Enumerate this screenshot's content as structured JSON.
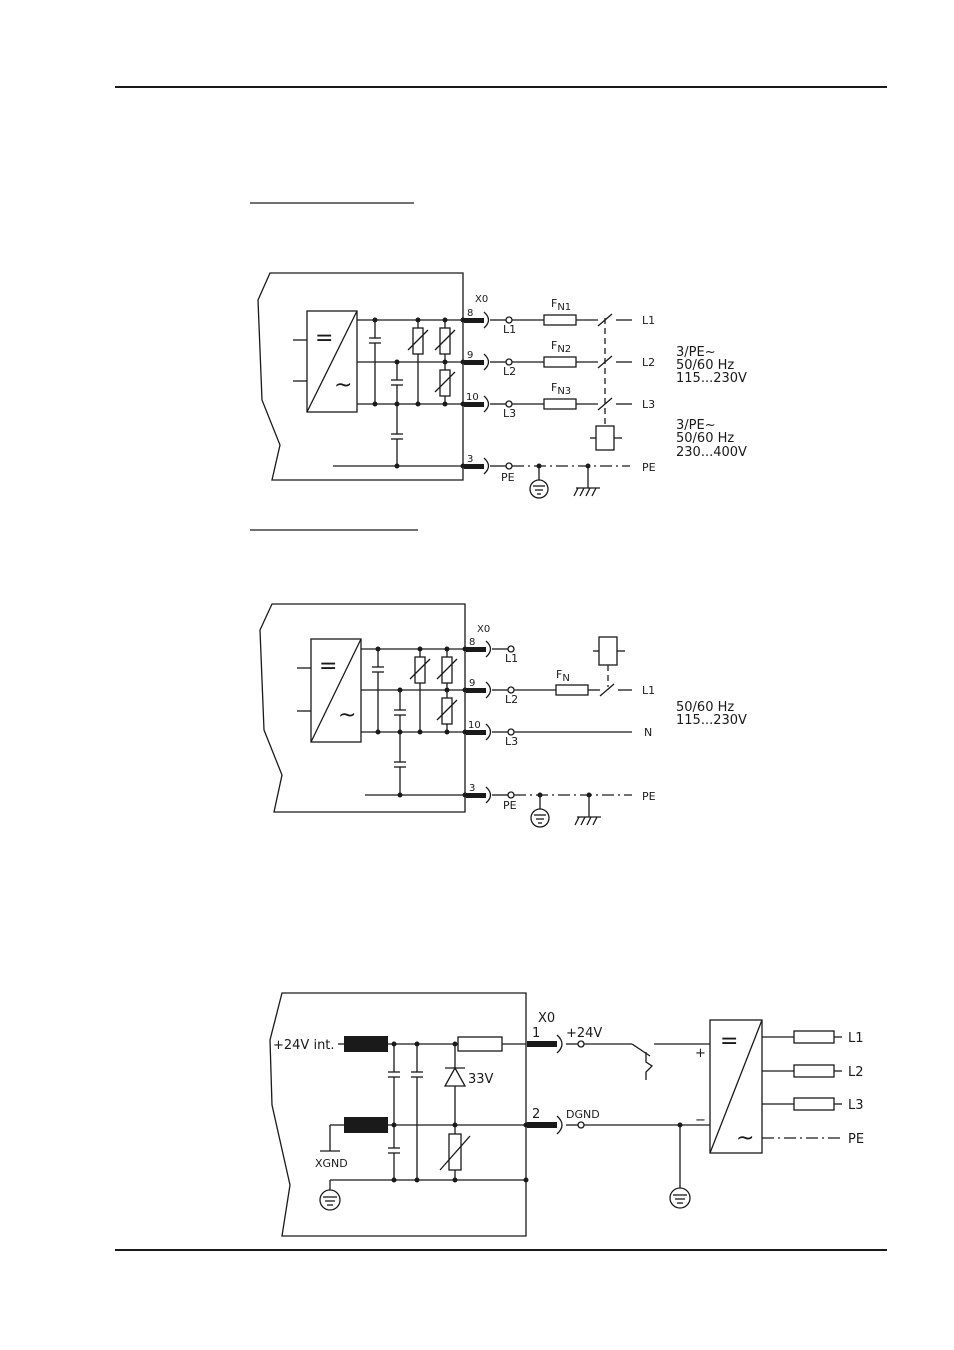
{
  "diagram_1": {
    "connector": "X0",
    "pins": [
      "8",
      "9",
      "10",
      "3"
    ],
    "terminals": [
      "L1",
      "L2",
      "L3",
      "PE"
    ],
    "fuses": [
      {
        "base": "F",
        "sub": "N1"
      },
      {
        "base": "F",
        "sub": "N2"
      },
      {
        "base": "F",
        "sub": "N3"
      }
    ],
    "lines": [
      "L1",
      "L2",
      "L3",
      "PE"
    ],
    "supply_a": [
      "3/PE~",
      "50/60 Hz",
      "115...230V"
    ],
    "supply_b": [
      "3/PE~",
      "50/60 Hz",
      "230...400V"
    ]
  },
  "diagram_2": {
    "connector": "X0",
    "pins": [
      "8",
      "9",
      "10",
      "3"
    ],
    "terminals": [
      "L1",
      "L2",
      "L3",
      "PE"
    ],
    "fuse": {
      "base": "F",
      "sub": "N"
    },
    "lines": [
      "L1",
      "N",
      "PE"
    ],
    "supply": [
      "50/60 Hz",
      "115...230V"
    ]
  },
  "diagram_3": {
    "connector": "X0",
    "input_label": "+24V int.",
    "xgnd_label": "XGND",
    "zener_label": "33V",
    "pins": [
      "1",
      "2"
    ],
    "pin_labels": [
      "+24V",
      "DGND"
    ],
    "plus_sign": "+",
    "minus_sign": "−",
    "lines": [
      "L1",
      "L2",
      "L3",
      "PE"
    ]
  },
  "symbols": {
    "dc": "=",
    "ac": "~"
  }
}
